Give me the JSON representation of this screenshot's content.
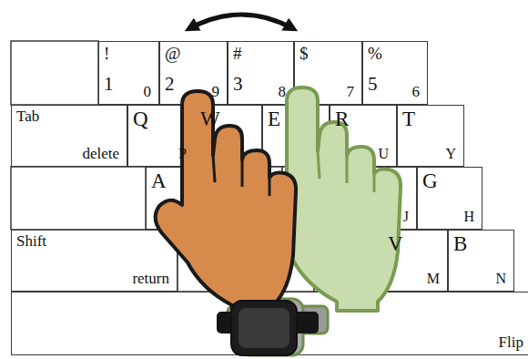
{
  "diagram": {
    "nodes": [
      {
        "text": [
          "!",
          "1",
          "0"
        ]
      },
      {
        "text": [
          "@",
          "2",
          "9"
        ]
      },
      {
        "text": [
          "#",
          "3",
          "8"
        ]
      },
      {
        "text": [
          "$",
          "7"
        ]
      },
      {
        "text": [
          "%",
          "5",
          "6"
        ]
      },
      {
        "text": [
          "Tab",
          "delete"
        ]
      },
      {
        "text": [
          "Q",
          "P"
        ]
      },
      {
        "text": [
          "W"
        ]
      },
      {
        "text": [
          "E"
        ]
      },
      {
        "text": [
          "R",
          "U"
        ]
      },
      {
        "text": [
          "T",
          "Y"
        ]
      },
      {
        "text": [
          "A"
        ]
      },
      {
        "text": [
          "J"
        ]
      },
      {
        "text": [
          "G",
          "H"
        ]
      },
      {
        "text": [
          "Shift",
          "return"
        ]
      },
      {
        "text": [
          "V",
          "M"
        ]
      },
      {
        "text": [
          "B",
          "N"
        ]
      },
      {
        "text": [
          "Flip"
        ]
      }
    ]
  }
}
